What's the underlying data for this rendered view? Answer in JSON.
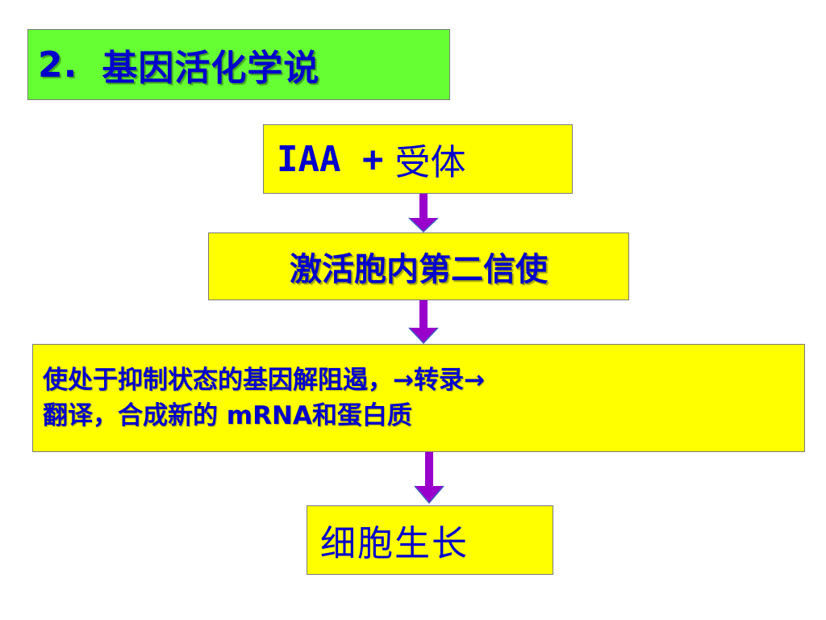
{
  "title": {
    "number": "2.",
    "text": "基因活化学说"
  },
  "steps": [
    {
      "latin": "IAA +",
      "text": "受体"
    },
    {
      "text": "激活胞内第二信使"
    },
    {
      "line1": "使处于抑制状态的基因解阻遏，→转录→",
      "line2": "翻译，合成新的 mRNA和蛋白质"
    },
    {
      "text": "细胞生长"
    }
  ],
  "colors": {
    "title_bg": "#66ff33",
    "box_bg": "#ffff00",
    "text": "#0000cc",
    "arrow": "#9900cc"
  }
}
